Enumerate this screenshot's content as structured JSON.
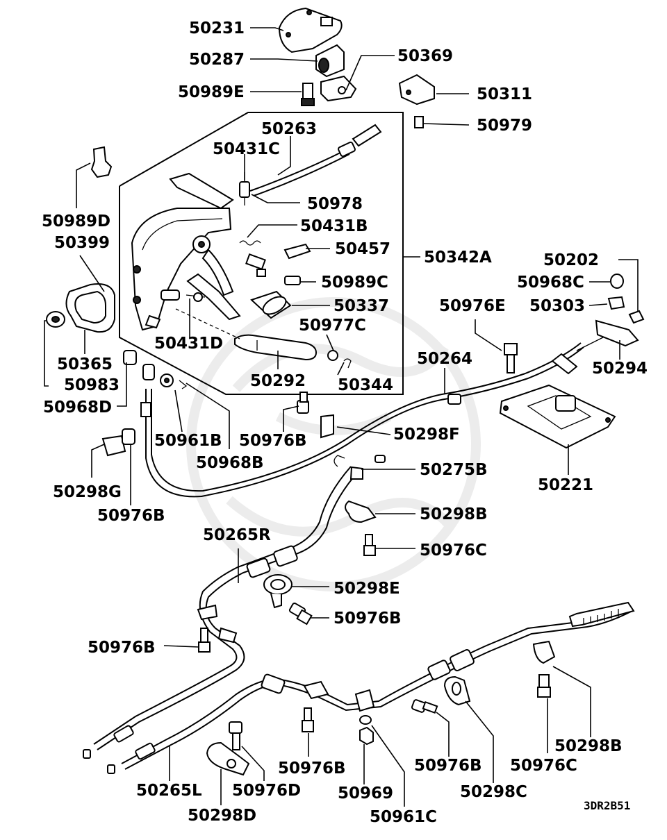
{
  "diagram": {
    "drawing_code": "3DR2B51",
    "labels": {
      "p50231": "50231",
      "p50287": "50287",
      "p50369": "50369",
      "p50989E": "50989E",
      "p50311": "50311",
      "p50979": "50979",
      "p50263": "50263",
      "p50431C": "50431C",
      "p50978": "50978",
      "p50989D": "50989D",
      "p50431B": "50431B",
      "p50399": "50399",
      "p50457": "50457",
      "p50342A": "50342A",
      "p50202": "50202",
      "p50989C": "50989C",
      "p50968C": "50968C",
      "p50337": "50337",
      "p50976E": "50976E",
      "p50303": "50303",
      "p50977C": "50977C",
      "p50431D": "50431D",
      "p50365": "50365",
      "p50264": "50264",
      "p50294": "50294",
      "p50983": "50983",
      "p50292": "50292",
      "p50344": "50344",
      "p50968D": "50968D",
      "p50298F": "50298F",
      "p50961B": "50961B",
      "p50976B_a": "50976B",
      "p50968B": "50968B",
      "p50221": "50221",
      "p50275B": "50275B",
      "p50298G": "50298G",
      "p50976B_b": "50976B",
      "p50298B_a": "50298B",
      "p50265R": "50265R",
      "p50976C_a": "50976C",
      "p50298E": "50298E",
      "p50976B_c": "50976B",
      "p50976B_d": "50976B",
      "p50298B_b": "50298B",
      "p50976B_e": "50976B",
      "p50976C_b": "50976C",
      "p50976B_f": "50976B",
      "p50265L": "50265L",
      "p50976D": "50976D",
      "p50969": "50969",
      "p50298C": "50298C",
      "p50298D": "50298D",
      "p50961C": "50961C"
    }
  }
}
